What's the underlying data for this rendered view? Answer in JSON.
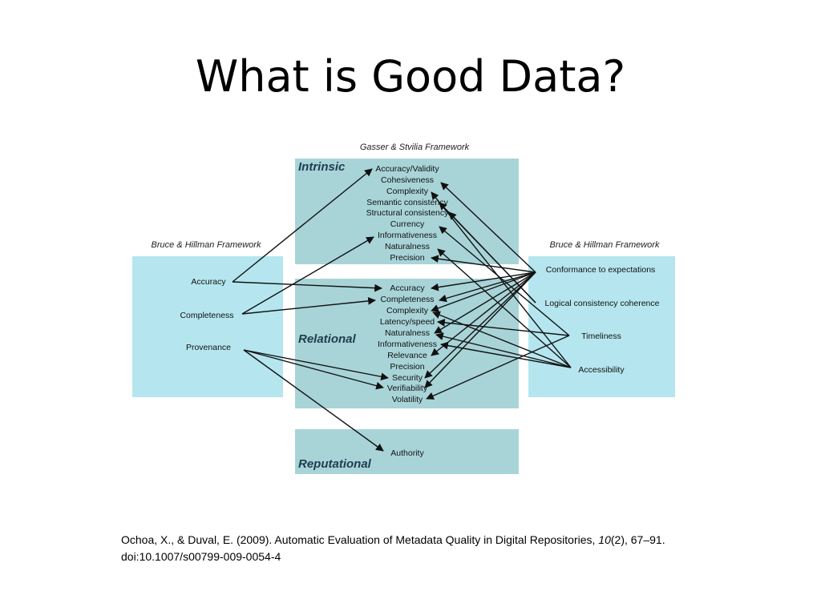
{
  "slide": {
    "title": "What is Good Data?"
  },
  "diagram": {
    "gasser_title": "Gasser & Stvilia Framework",
    "bruce_left_title": "Bruce & Hillman Framework",
    "bruce_right_title": "Bruce & Hillman Framework",
    "categories": {
      "intrinsic": "Intrinsic",
      "relational": "Relational",
      "reputational": "Reputational"
    },
    "intrinsic_items": [
      "Accuracy/Validity",
      "Cohesiveness",
      "Complexity",
      "Semantic consistency",
      "Structural consistency",
      "Currency",
      "Informativeness",
      "Naturalness",
      "Precision"
    ],
    "relational_items": [
      "Accuracy",
      "Completeness",
      "Complexity",
      "Latency/speed",
      "Naturalness",
      "Informativeness",
      "Relevance",
      "Precision",
      "Security",
      "Verifiability",
      "Volatility"
    ],
    "reputational_items": [
      "Authority"
    ],
    "left_items": [
      "Accuracy",
      "Completeness",
      "Provenance"
    ],
    "right_items": [
      "Conformance to expectations",
      "Logical consistency coherence",
      "Timeliness",
      "Accessibility"
    ]
  },
  "citation": {
    "text_before": "Ochoa, X., & Duval, E. (2009). Automatic Evaluation of Metadata Quality in Digital Repositories, ",
    "volume": "10",
    "text_after": "(2), 67–91.",
    "doi": "doi:10.1007/s00799-009-0054-4"
  }
}
